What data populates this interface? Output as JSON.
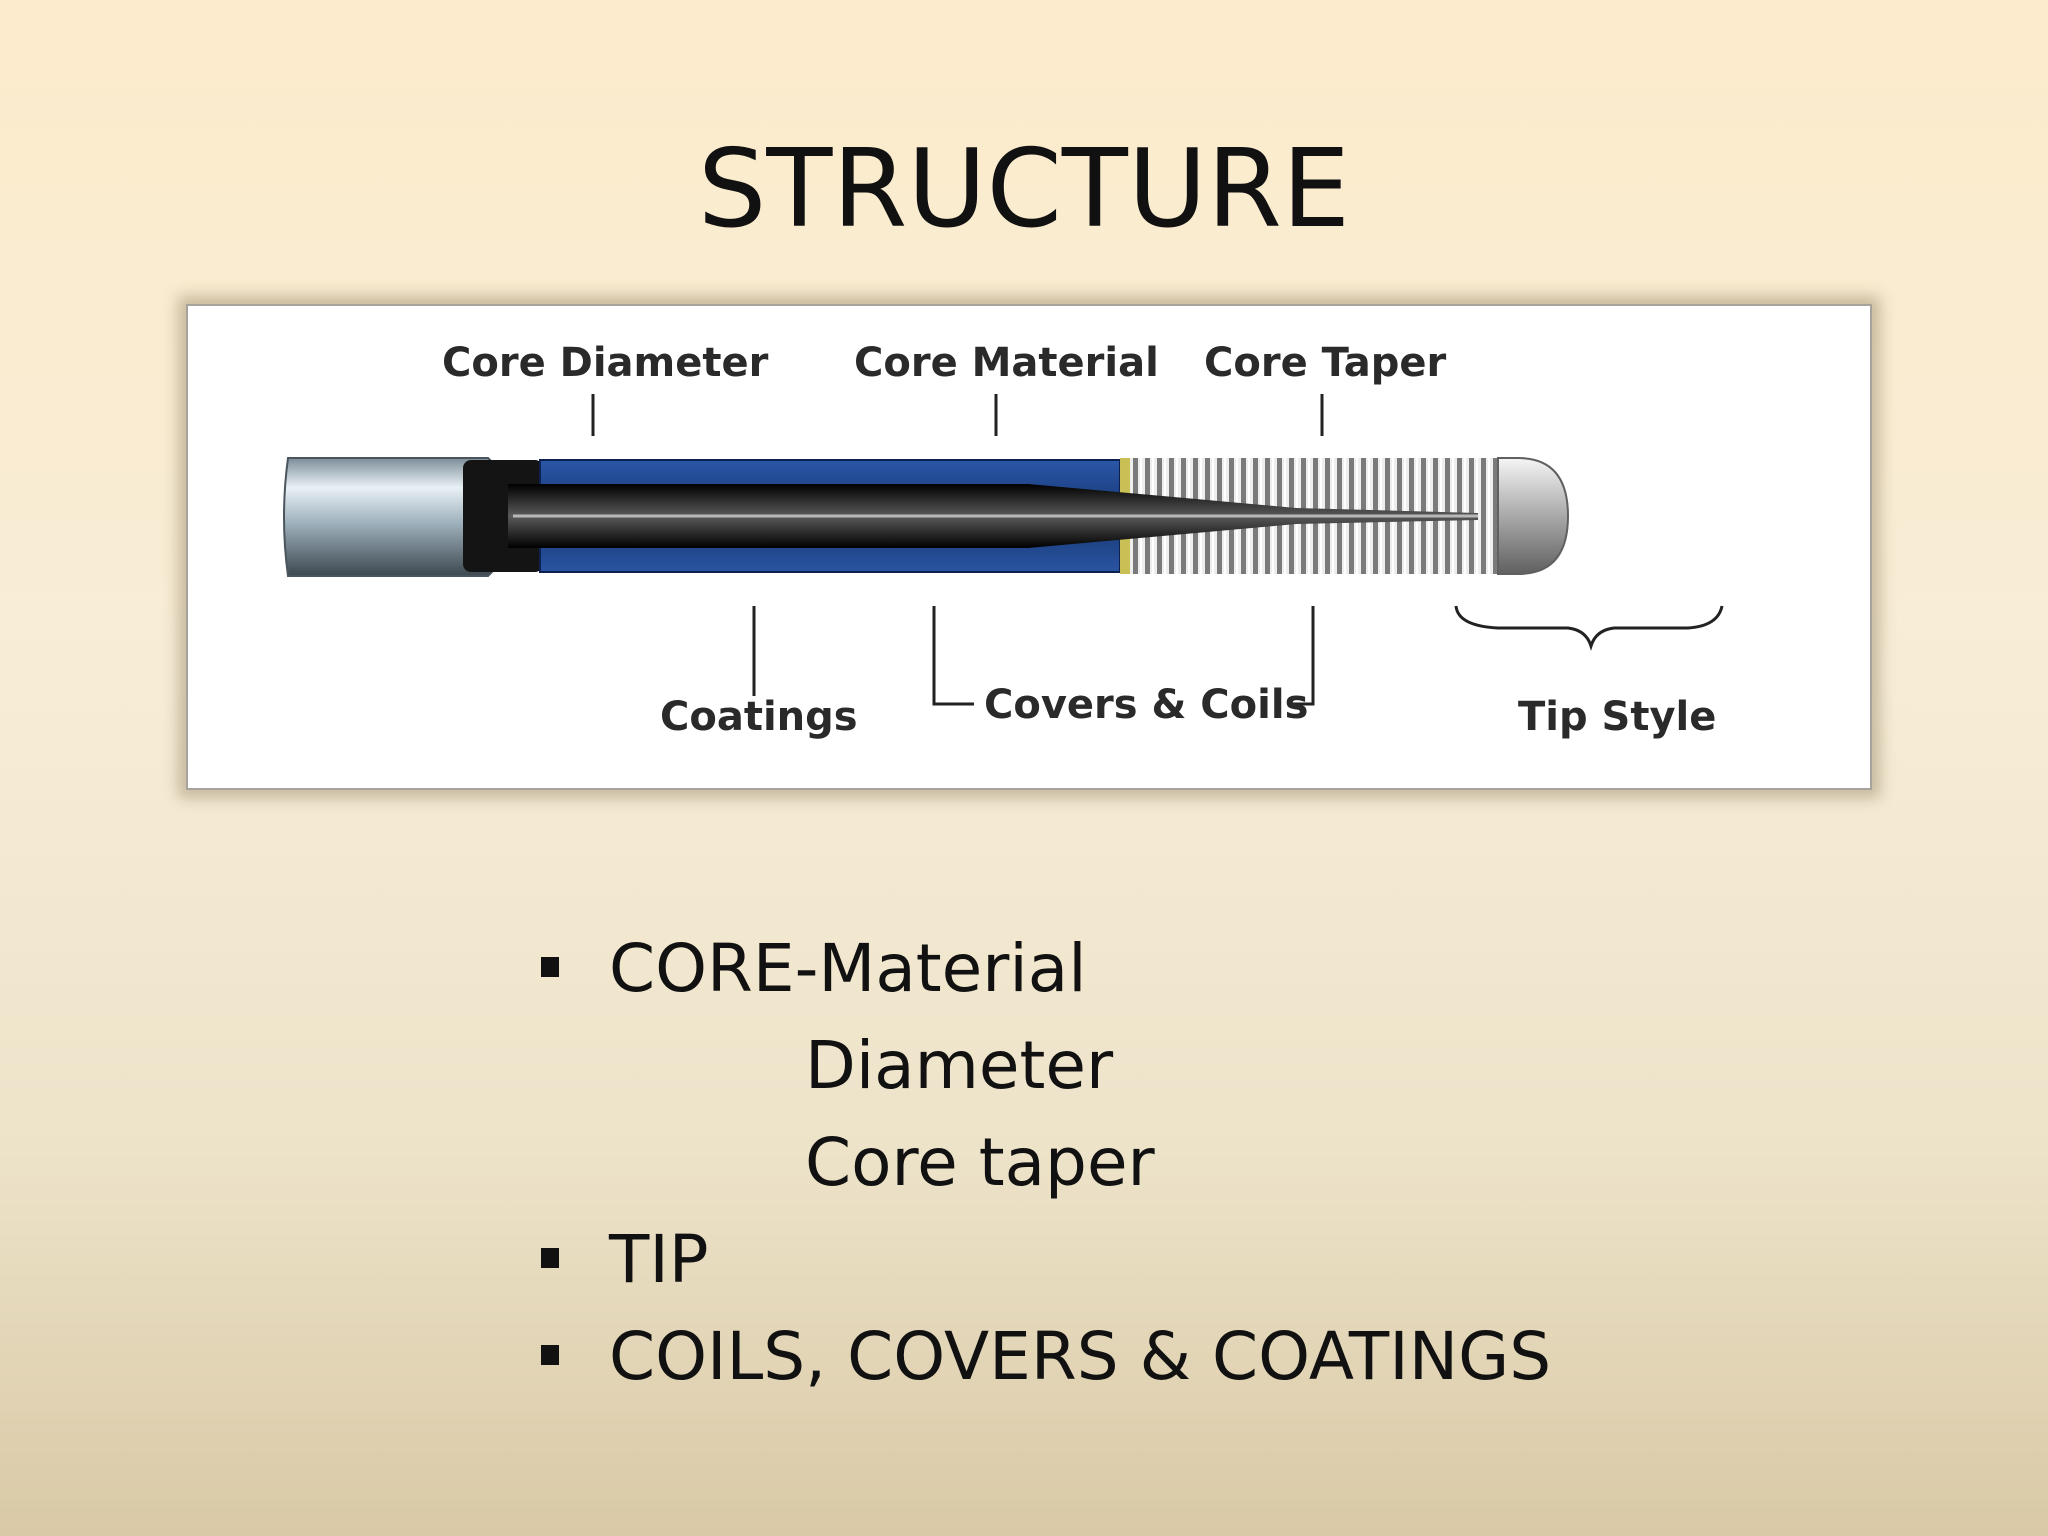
{
  "slide": {
    "title": "STRUCTURE"
  },
  "diagram": {
    "labels": {
      "core_diameter": "Core Diameter",
      "core_material": "Core Material",
      "core_taper": "Core Taper",
      "coatings": "Coatings",
      "covers_coils": "Covers & Coils",
      "tip_style": "Tip Style"
    },
    "colors": {
      "cover_blue": "#1e3f86",
      "core_black": "#111111",
      "hub_metal": "#a9b9c4",
      "coil_gray": "#c8c8c8"
    }
  },
  "bullets": {
    "core": "CORE-Material",
    "core_sub1": "Diameter",
    "core_sub2": "Core taper",
    "tip": "TIP",
    "coils": "COILS, COVERS & COATINGS"
  }
}
